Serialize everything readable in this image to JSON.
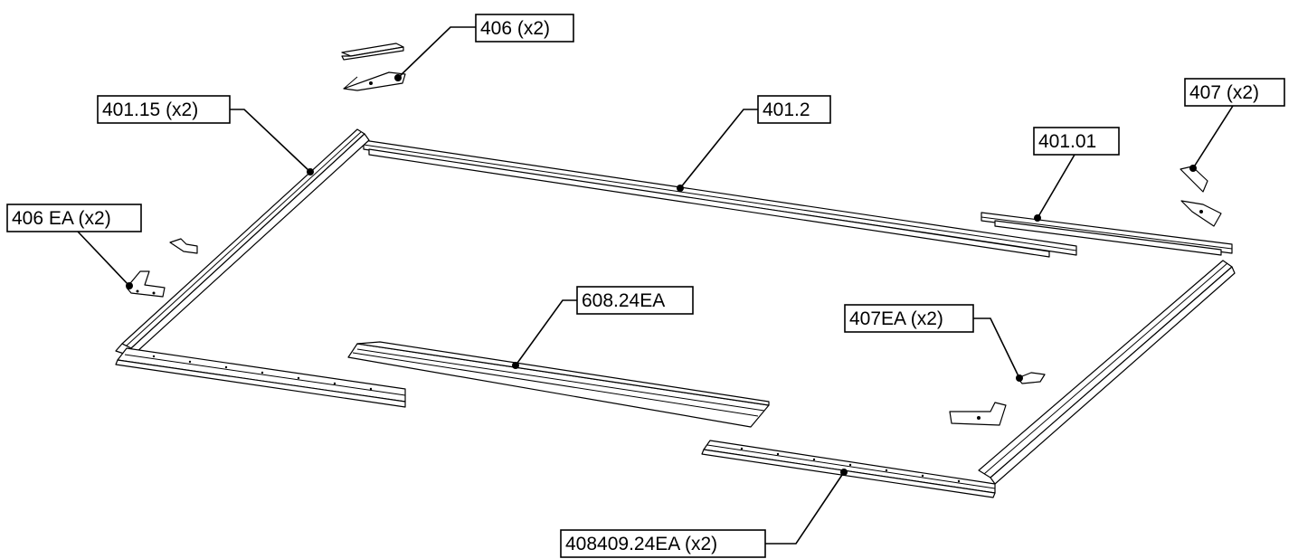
{
  "callouts": {
    "c406": "406 (x2)",
    "c401_15": "401.15 (x2)",
    "c401_2": "401.2",
    "c407": "407 (x2)",
    "c401_01": "401.01",
    "c406ea": "406 EA (x2)",
    "c608": "608.24EA",
    "c407ea": "407EA (x2)",
    "c408409": "408409.24EA (x2)"
  }
}
